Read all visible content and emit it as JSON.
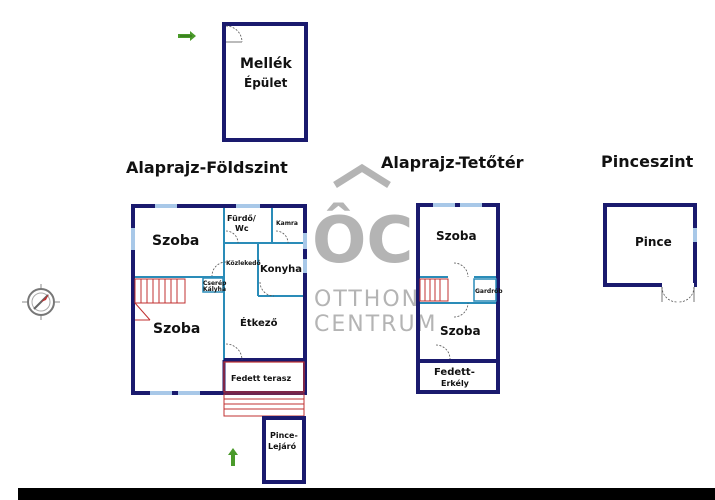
{
  "titles": {
    "ground_floor": "Alaprajz-Földszint",
    "attic": "Alaprajz-Tetőtér",
    "basement": "Pinceszint"
  },
  "outbuilding": {
    "line1": "Mellék",
    "line2": "Épület"
  },
  "ground": {
    "szoba_top": "Szoba",
    "szoba_bottom": "Szoba",
    "furdo_line1": "Fürdő/",
    "furdo_line2": "Wc",
    "kamra": "Kamra",
    "kozlekedo": "Közlekedő",
    "konyha": "Konyha",
    "cserep_line1": "Cserép",
    "cserep_line2": "Kályha",
    "etkezo": "Étkező",
    "terasz": "Fedett terasz",
    "pince_lejaro_line1": "Pince-",
    "pince_lejaro_line2": "Lejáró"
  },
  "attic": {
    "szoba_top": "Szoba",
    "gardrob": "Gardrób",
    "szoba_bottom": "Szoba",
    "erkely_line1": "Fedett-",
    "erkely_line2": "Erkély"
  },
  "basement": {
    "pince": "Pince"
  },
  "watermark": {
    "logo": "ÔC",
    "line1": "OTTHON",
    "line2": "CENTRUM"
  },
  "colors": {
    "wall": "#1a1a6e",
    "inner_wall": "#2a8cb8",
    "window": "#a8c8e8",
    "stair": "#c03030",
    "arrow": "#4a9a2a",
    "watermark": "#b4b4b4"
  },
  "icons": [
    "compass-icon",
    "north-arrow-icon",
    "entrance-arrow-icon"
  ]
}
